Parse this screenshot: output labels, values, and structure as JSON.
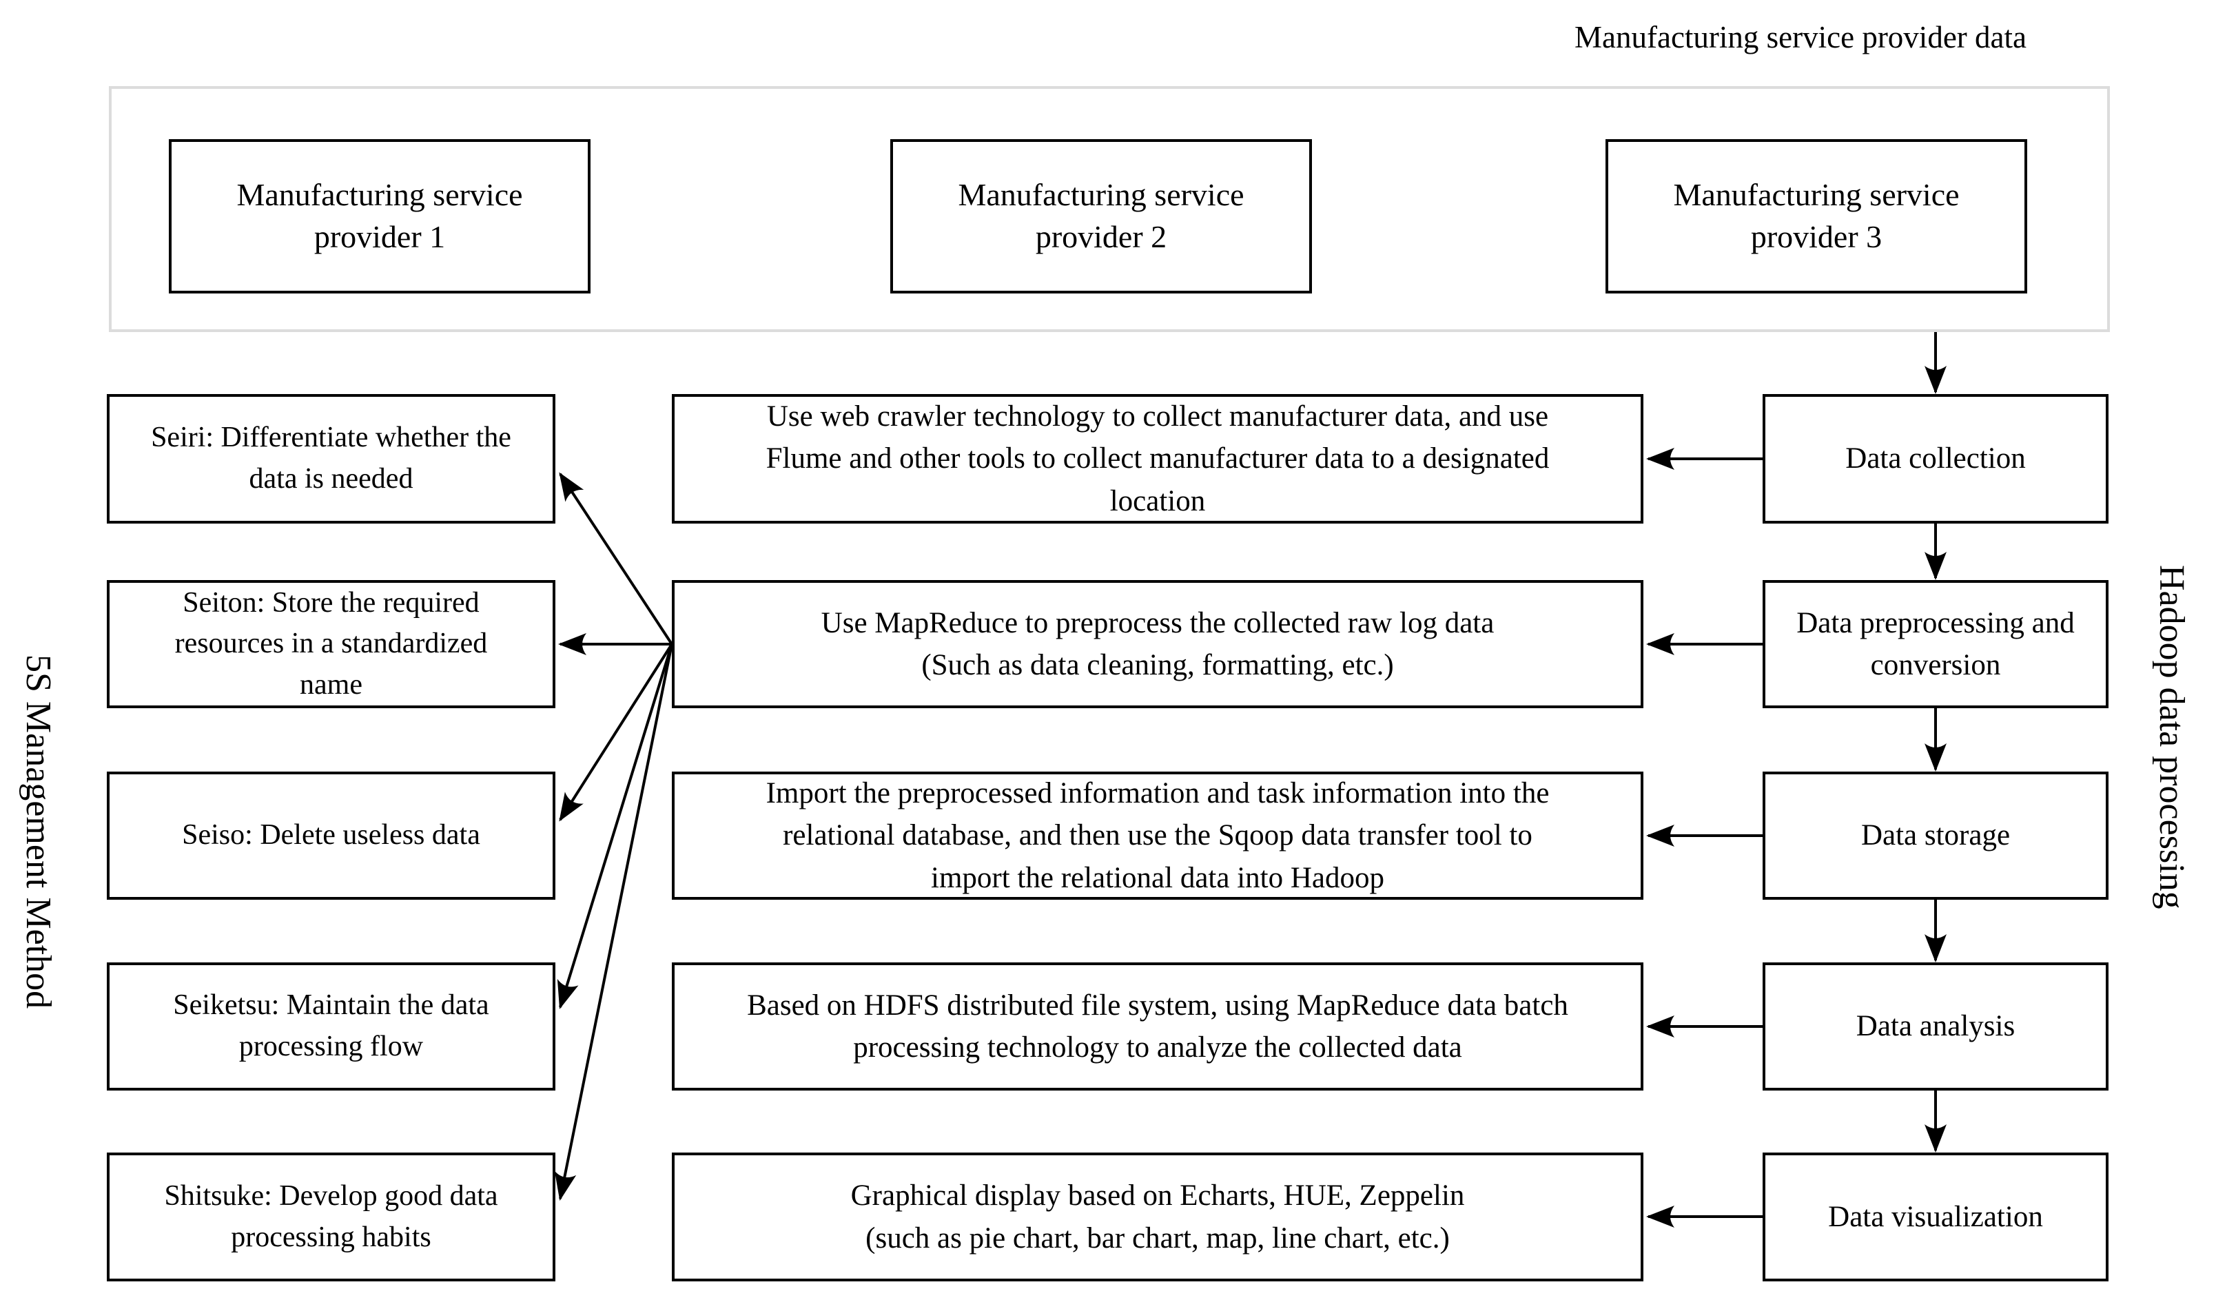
{
  "title": "Manufacturing service provider data",
  "left_group_label": "5S Management Method",
  "right_group_label": "Hadoop data processing",
  "providers": [
    {
      "label": "Manufacturing service\nprovider 1"
    },
    {
      "label": "Manufacturing service\nprovider 2"
    },
    {
      "label": "Manufacturing service\nprovider 3"
    }
  ],
  "five_s": [
    {
      "label": "Seiri: Differentiate whether the\ndata is needed"
    },
    {
      "label": "Seiton: Store the required\nresources in a standardized\nname"
    },
    {
      "label": "Seiso: Delete useless data"
    },
    {
      "label": "Seiketsu: Maintain the data\nprocessing flow"
    },
    {
      "label": "Shitsuke: Develop good data\nprocessing habits"
    }
  ],
  "hadoop_steps": [
    {
      "label": "Data collection",
      "description": "Use web crawler technology to collect manufacturer data, and use\nFlume and other tools to collect manufacturer data to a designated\nlocation"
    },
    {
      "label": "Data preprocessing and\nconversion",
      "description": "Use MapReduce to preprocess the collected raw log data\n(Such as data cleaning, formatting, etc.)"
    },
    {
      "label": "Data storage",
      "description": "Import the preprocessed information and task information into the\nrelational database, and then use the Sqoop data transfer tool to\nimport the relational data into Hadoop"
    },
    {
      "label": "Data analysis",
      "description": "Based on HDFS distributed file system, using MapReduce data batch\nprocessing technology to analyze the collected data"
    },
    {
      "label": "Data visualization",
      "description": "Graphical display based on Echarts, HUE, Zeppelin\n(such as pie chart, bar chart, map, line chart, etc.)"
    }
  ],
  "colors": {
    "line": "#000000",
    "box_border": "#000000",
    "container_border": "#dcdcdc",
    "background": "#ffffff"
  }
}
